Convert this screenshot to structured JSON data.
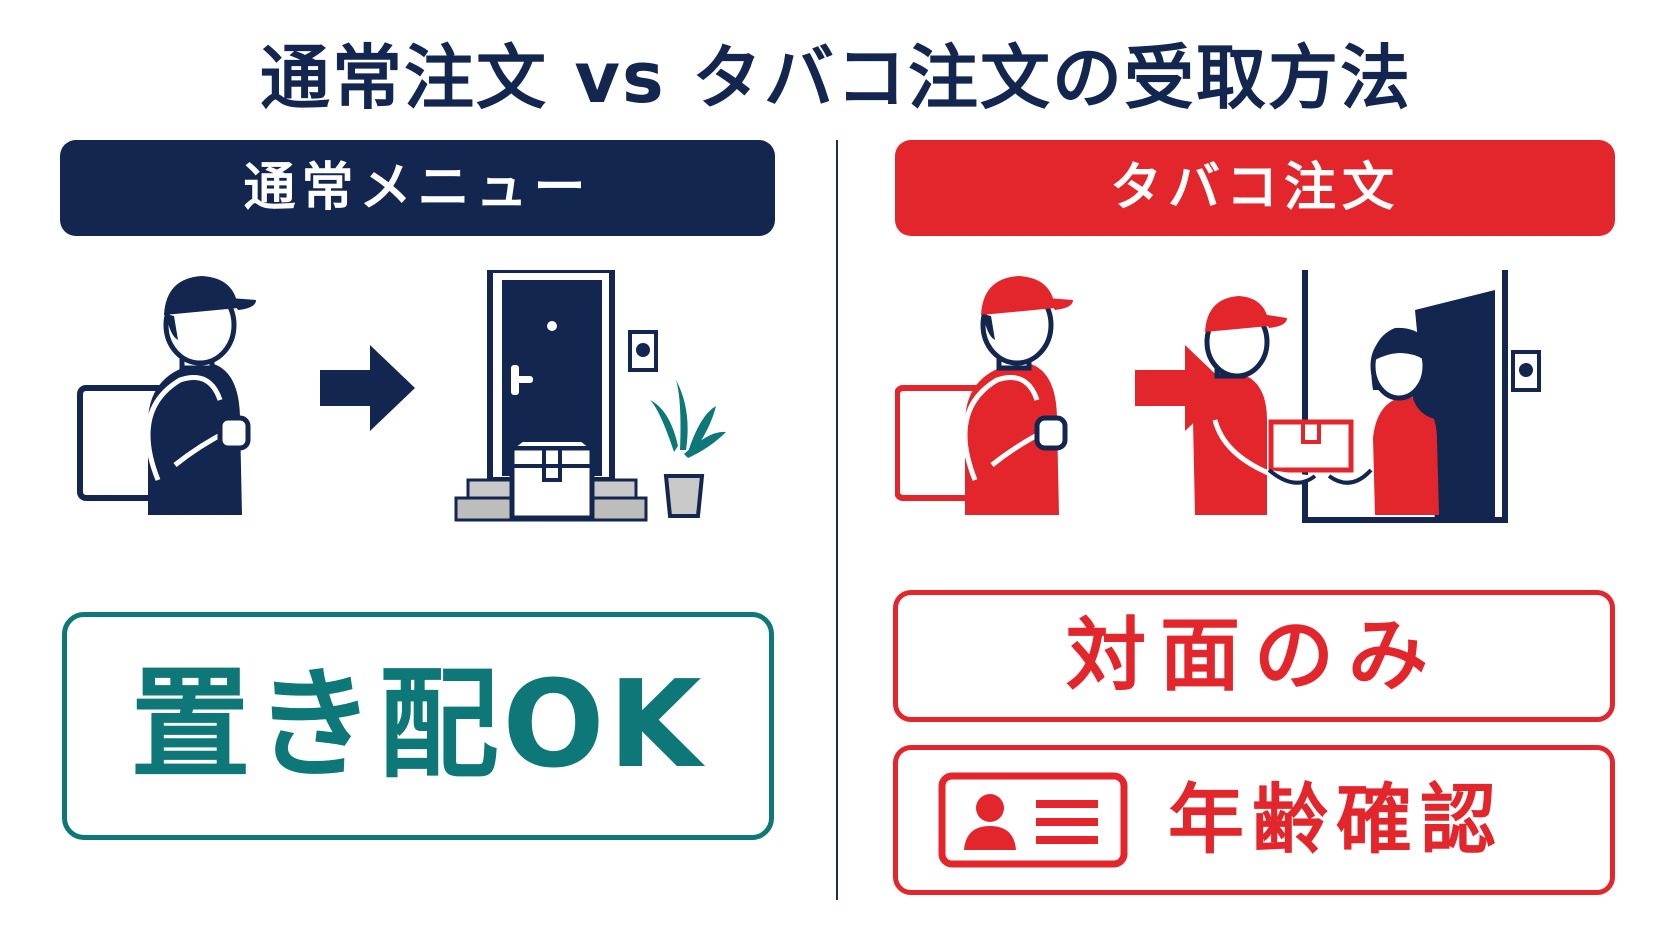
{
  "title": "通常注文 vs タバコ注文の受取方法",
  "left": {
    "header": "通常メニュー",
    "result": "置き配OK"
  },
  "right": {
    "header": "タバコ注文",
    "result": "対面のみ",
    "requirement": "年齢確認"
  },
  "colors": {
    "navy": "#13264f",
    "red": "#e3262c",
    "teal": "#0e7777"
  },
  "icons": [
    "delivery-person-icon",
    "arrow-right-icon",
    "door-icon",
    "package-icon",
    "plant-icon",
    "handover-icon",
    "id-card-icon"
  ]
}
